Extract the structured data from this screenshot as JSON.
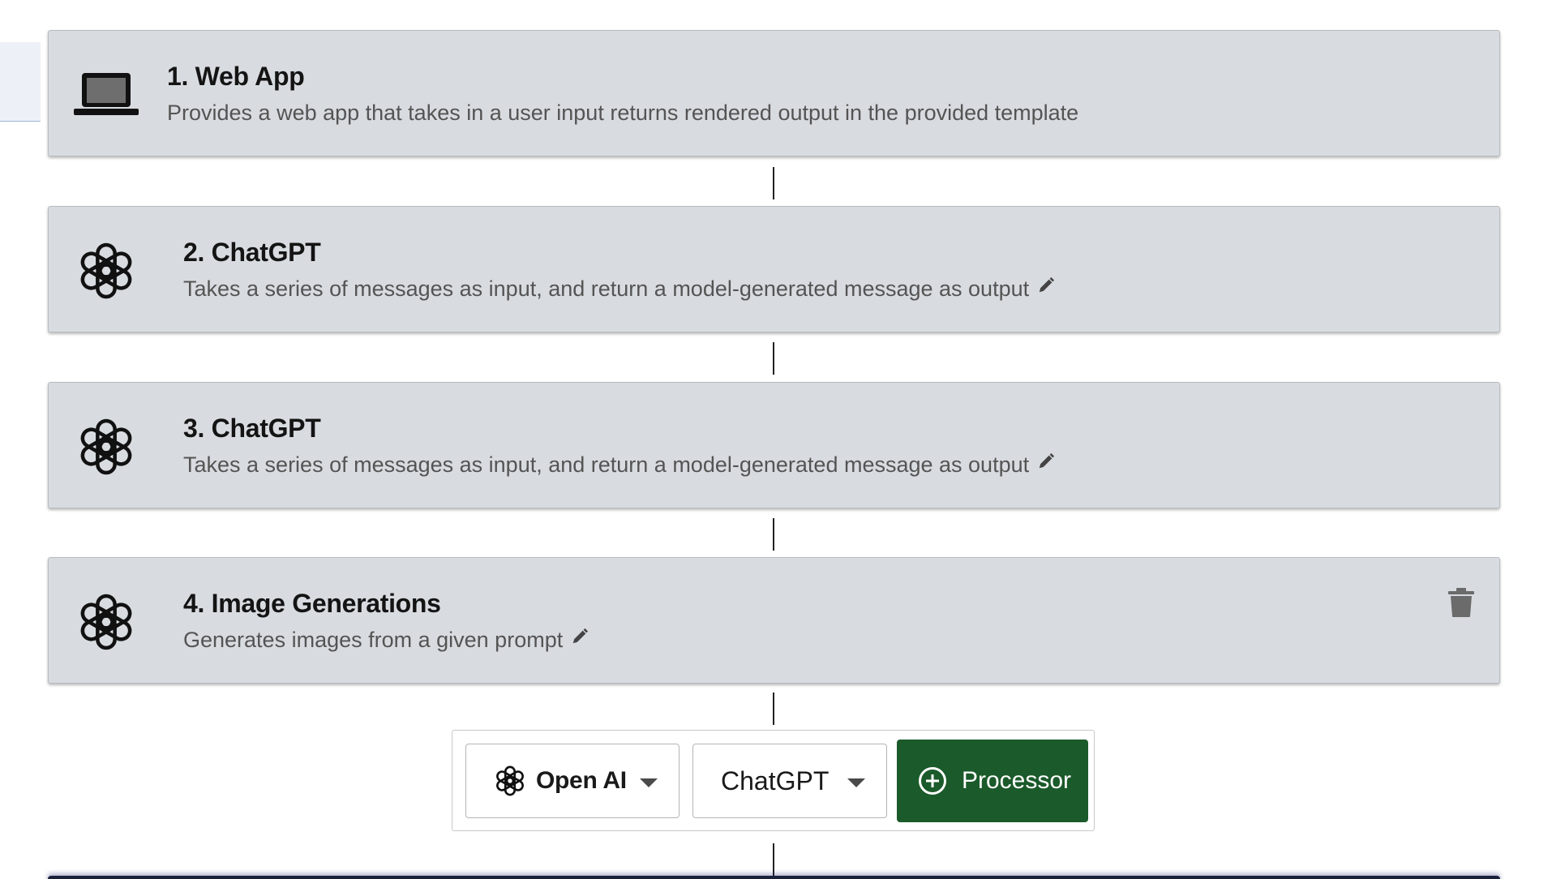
{
  "steps": [
    {
      "title": "1. Web App",
      "description": "Provides a web app that takes in a user input returns rendered output in the provided template",
      "icon": "laptop-icon"
    },
    {
      "title": "2. ChatGPT",
      "description": "Takes a series of messages as input, and return a model-generated message as output",
      "icon": "openai-icon"
    },
    {
      "title": "3. ChatGPT",
      "description": "Takes a series of messages as input, and return a model-generated message as output",
      "icon": "openai-icon"
    },
    {
      "title": "4. Image Generations",
      "description": "Generates images from a given prompt",
      "icon": "openai-icon"
    }
  ],
  "toolbar": {
    "provider_label": "Open AI",
    "model_label": "ChatGPT",
    "add_label": "Processor"
  },
  "colors": {
    "card_background": "#d8dce0",
    "add_button": "#1b5a2a",
    "next_card": "#1a1f3a"
  }
}
